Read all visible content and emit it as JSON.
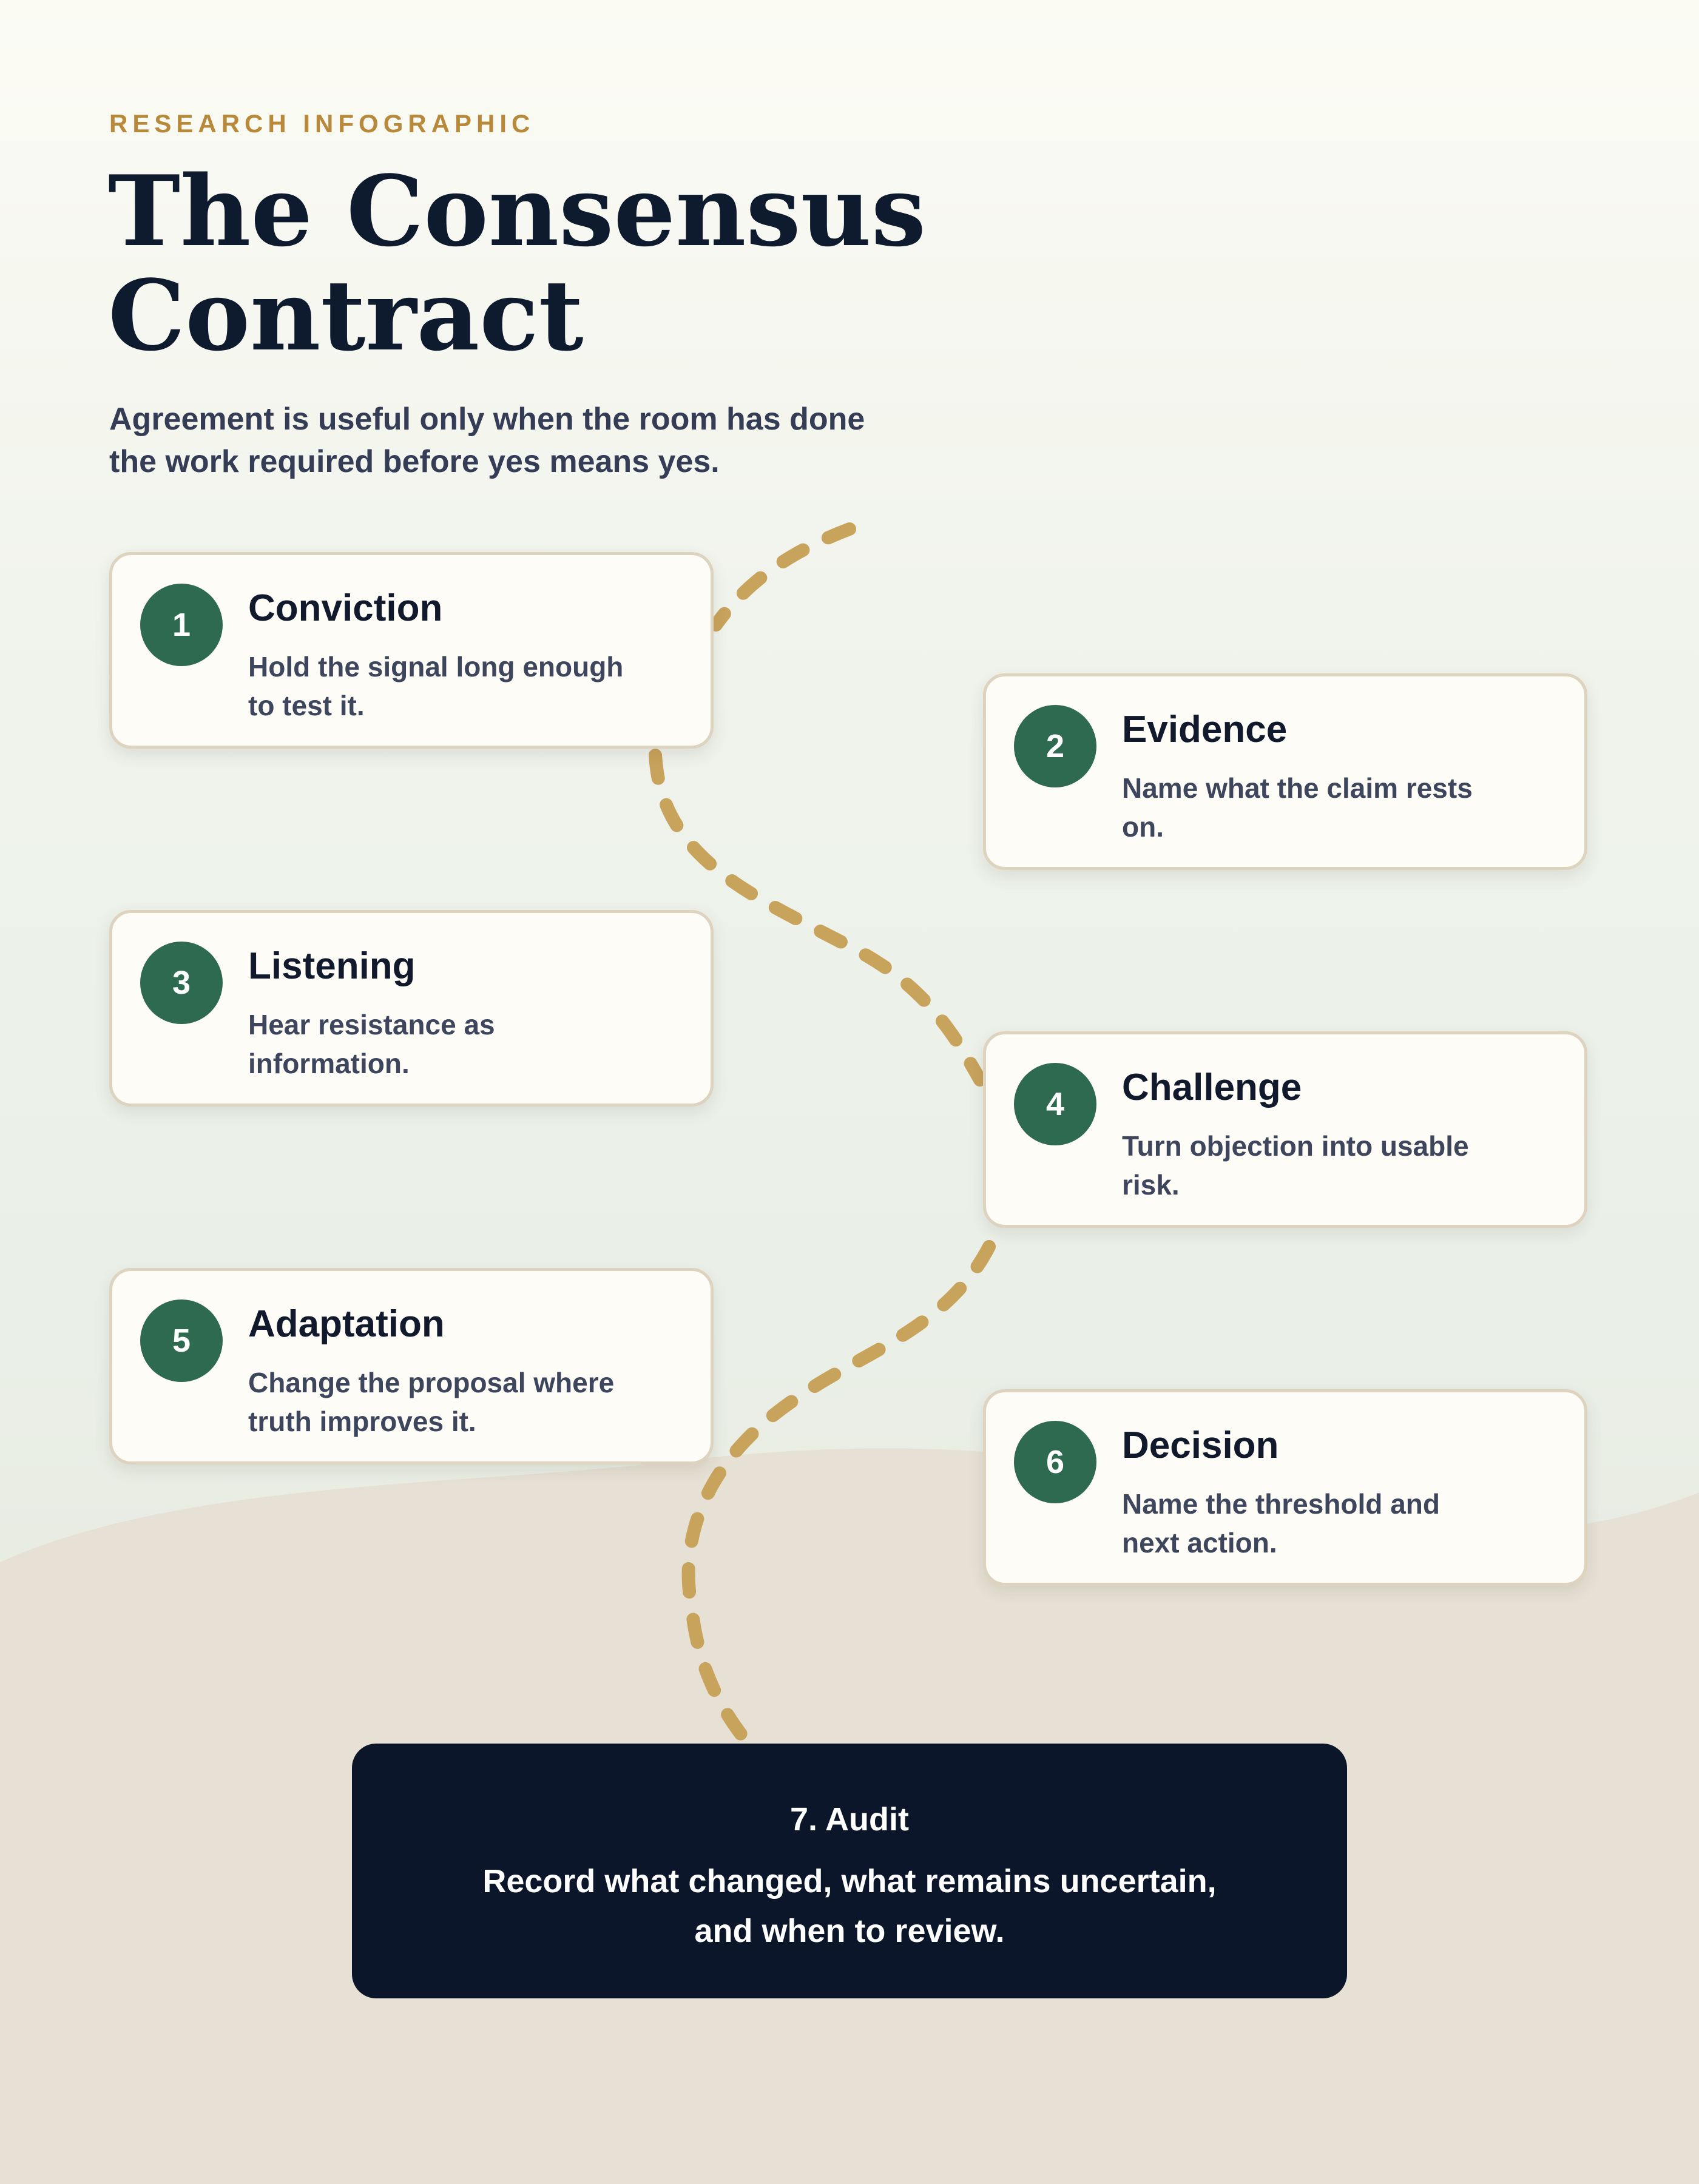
{
  "header": {
    "eyebrow": "RESEARCH INFOGRAPHIC",
    "title": "The Consensus Contract",
    "subtitle": "Agreement is useful only when the room has done the work required before yes means yes."
  },
  "steps": [
    {
      "number": "1",
      "title": "Conviction",
      "description": "Hold the signal long enough to test it."
    },
    {
      "number": "2",
      "title": "Evidence",
      "description": "Name what the claim rests on."
    },
    {
      "number": "3",
      "title": "Listening",
      "description": "Hear resistance as information."
    },
    {
      "number": "4",
      "title": "Challenge",
      "description": "Turn objection into usable risk."
    },
    {
      "number": "5",
      "title": "Adaptation",
      "description": "Change the proposal where truth improves it."
    },
    {
      "number": "6",
      "title": "Decision",
      "description": "Name the threshold and next action."
    }
  ],
  "final": {
    "title": "7. Audit",
    "description": "Record what changed, what remains uncertain, and when to review."
  },
  "colors": {
    "accent_gold": "#b8893a",
    "path_gold": "#c8a35c",
    "step_green": "#2d6a4f",
    "navy": "#0b162b",
    "card_border": "#ddd3bf"
  }
}
